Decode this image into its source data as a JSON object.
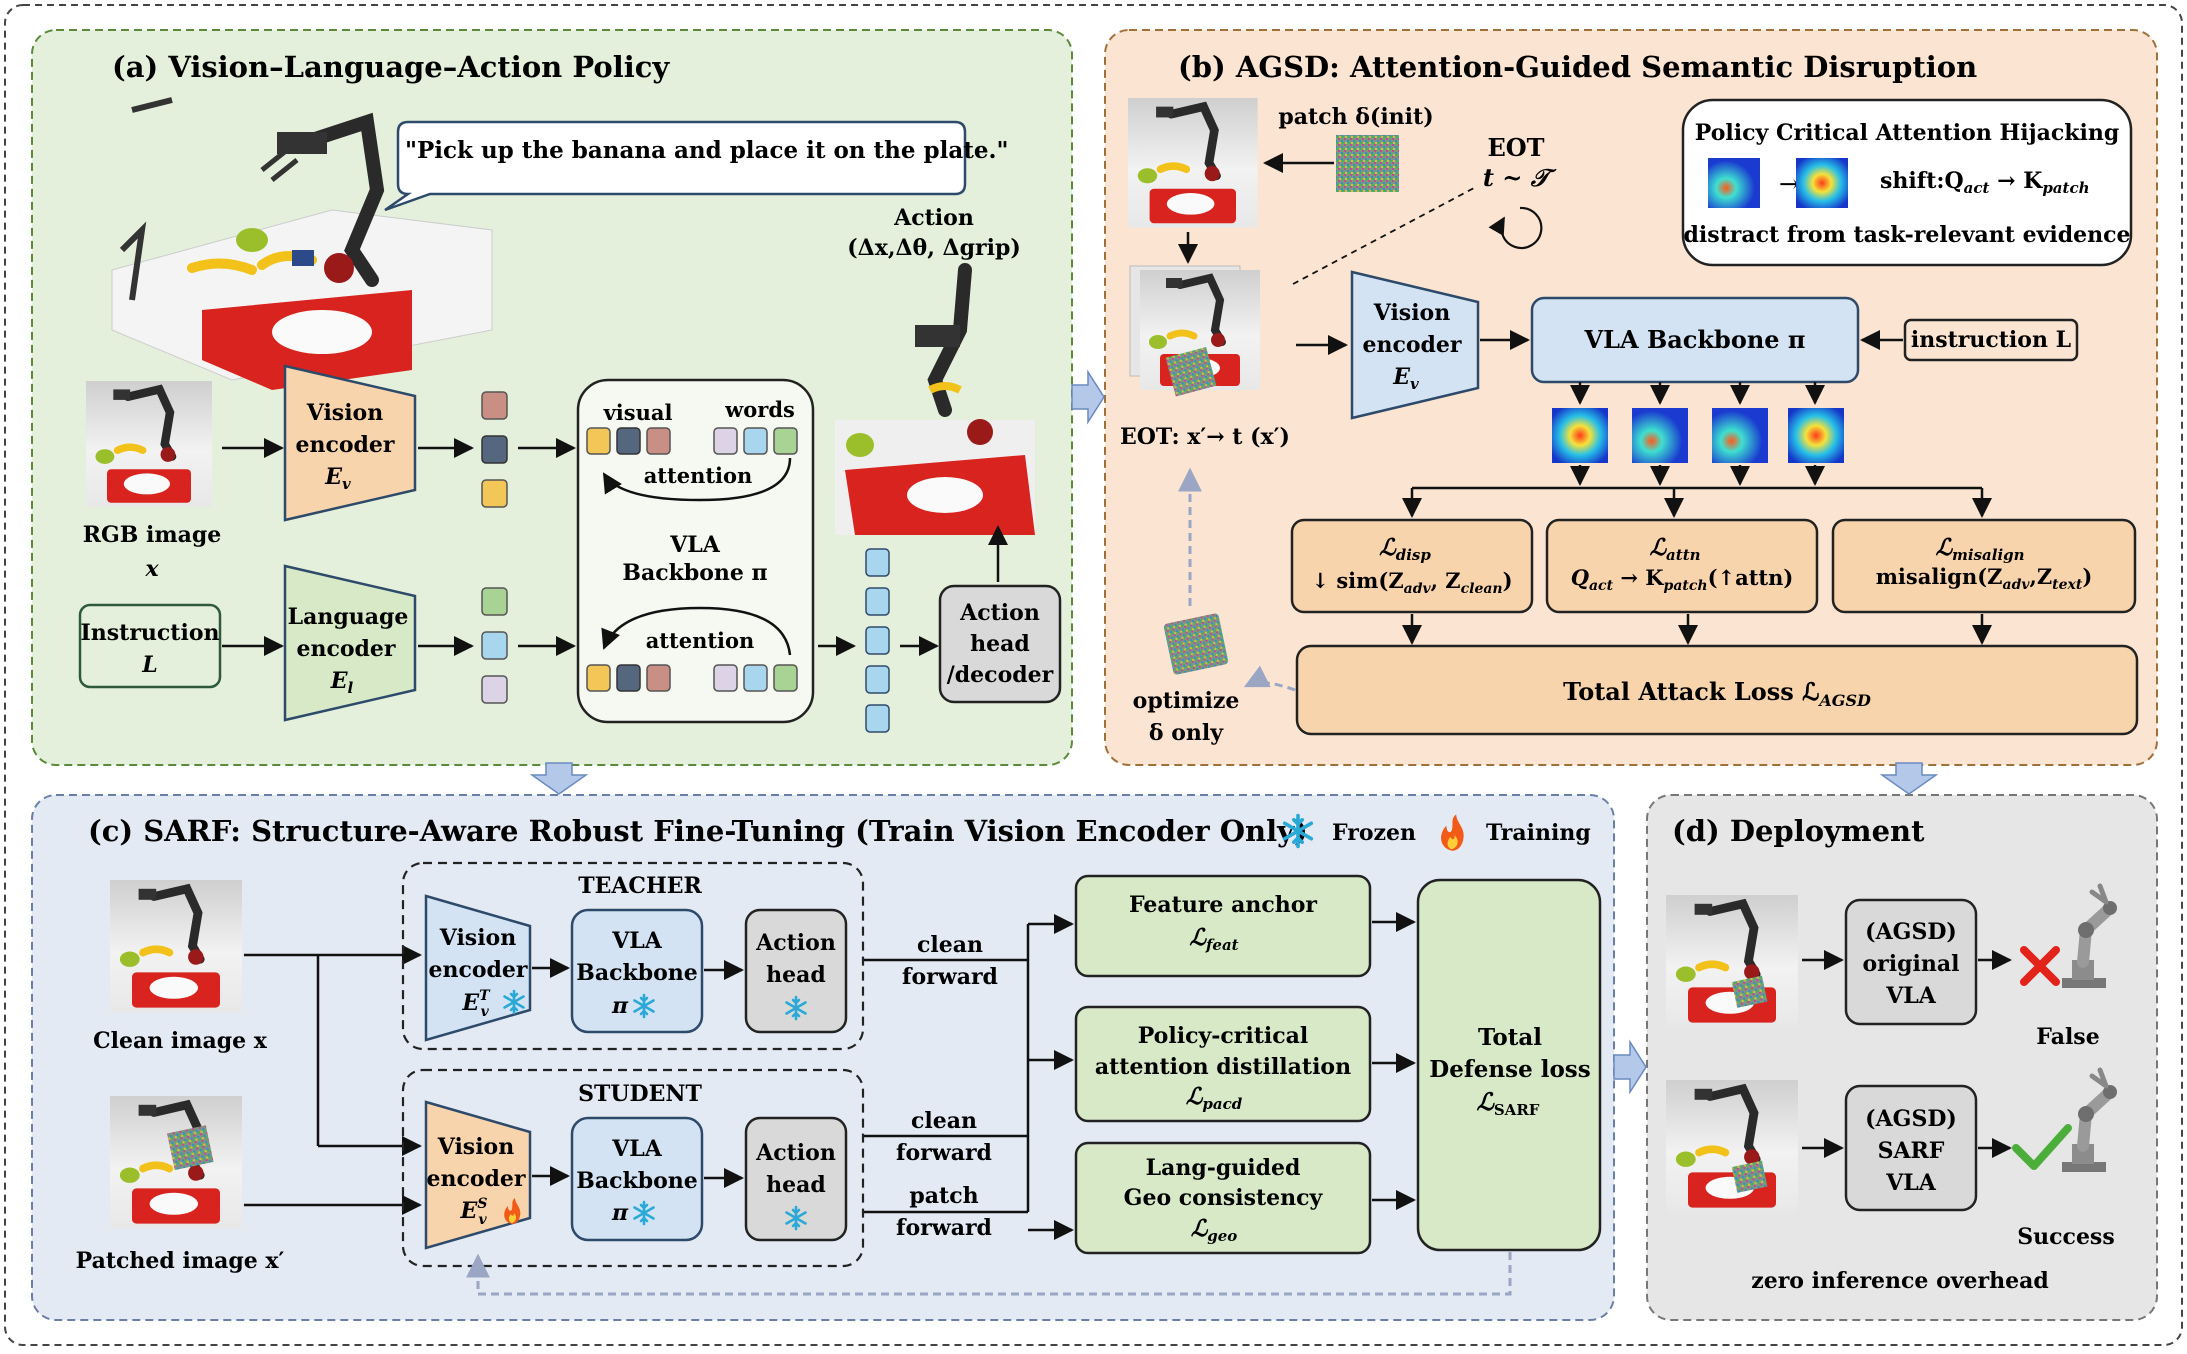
{
  "panel_a": {
    "title": "(a) Vision–Language–Action Policy",
    "instruction_quote": "\"Pick up the banana and place it on the plate.\"",
    "action_title": "Action",
    "action_vars": "(Δx,Δθ, Δgrip)",
    "rgb_label": "RGB image",
    "rgb_sym": "x",
    "instruction_box": "Instruction",
    "instruction_sym": "L",
    "vision_encoder": "Vision",
    "vision_encoder2": "encoder",
    "vision_encoder_sym": "E",
    "vision_encoder_sub": "v",
    "lang_encoder": "Language",
    "lang_encoder2": "encoder",
    "lang_encoder_sym": "E",
    "lang_encoder_sub": "l",
    "visual_label": "visual",
    "words_label": "words",
    "attention_label": "attention",
    "backbone_label": "VLA",
    "backbone_label2": "Backbone π",
    "action_head": "Action",
    "action_head2": "head",
    "action_head3": "/decoder"
  },
  "panel_b": {
    "title": "(b) AGSD: Attention-Guided Semantic Disruption",
    "patch_init": "patch δ(init)",
    "eot": "EOT",
    "eot_dist": "t ~ 𝒯",
    "eot_caption": "EOT: x′→ t (x′)",
    "hijack_title": "Policy Critical Attention Hijacking",
    "hijack_shift": "shift:Q",
    "hijack_shift_sub": "act",
    "hijack_arrow": " → K",
    "hijack_arrow_sub": "patch",
    "hijack_desc": "distract from task-relevant evidence",
    "vision_encoder": "Vision",
    "vision_encoder2": "encoder",
    "vision_encoder_sym": "E",
    "vision_encoder_sub": "v",
    "backbone": "VLA Backbone π",
    "instruction": "instruction L",
    "loss_disp": "ℒ",
    "loss_disp_sub": "disp",
    "loss_disp_desc": "↓ sim(Z",
    "loss_disp_desc_sub1": "adv",
    "loss_disp_desc_mid": ", Z",
    "loss_disp_desc_sub2": "clean",
    "loss_disp_desc_end": ")",
    "loss_attn": "ℒ",
    "loss_attn_sub": "attn",
    "loss_attn_desc": "Q",
    "loss_attn_desc_sub1": "act",
    "loss_attn_desc_mid": " → K",
    "loss_attn_desc_sub2": "patch",
    "loss_attn_desc_end": "(↑attn)",
    "loss_mis": "ℒ",
    "loss_mis_sub": "misalign",
    "loss_mis_desc": "misalign(Z",
    "loss_mis_desc_sub1": "adv",
    "loss_mis_desc_mid": ",Z",
    "loss_mis_desc_sub2": "text",
    "loss_mis_desc_end": ")",
    "total_loss": "Total Attack Loss  ℒ",
    "total_loss_sub": "AGSD",
    "optimize": "optimize",
    "optimize2": "δ only"
  },
  "panel_c": {
    "title": "(c) SARF: Structure-Aware Robust Fine-Tuning (Train Vision Encoder Only)",
    "frozen": "Frozen",
    "training": "Training",
    "teacher": "TEACHER",
    "student": "STUDENT",
    "clean_image": "Clean image x",
    "patched_image": "Patched image x′",
    "vision": "Vision",
    "encoder": "encoder",
    "et_sym": "E",
    "et_sup": "T",
    "es_sup": "S",
    "ev_sub": "v",
    "vla": "VLA",
    "backbone": "Backbone",
    "pi": "π",
    "action": "Action",
    "head": "head",
    "clean": "clean",
    "forward": "forward",
    "patch": "patch",
    "feat_title": "Feature anchor",
    "feat_sym": "ℒ",
    "feat_sub": "feat",
    "pacd_title": "Policy-critical",
    "pacd_title2": "attention distillation",
    "pacd_sym": "ℒ",
    "pacd_sub": "pacd",
    "geo_title": "Lang-guided",
    "geo_title2": "Geo consistency",
    "geo_sym": "ℒ",
    "geo_sub": "geo",
    "total": "Total",
    "total2": "Defense loss",
    "total_sym": "ℒ",
    "total_sub": "SARF"
  },
  "panel_d": {
    "title": "(d) Deployment",
    "agsd": "(AGSD)",
    "original": "original",
    "vla": "VLA",
    "sarf": "SARF",
    "false_label": "False",
    "success_label": "Success",
    "overhead": "zero inference overhead"
  },
  "colors": {
    "panel_a_bg": "#e4f0dc",
    "panel_b_bg": "#fbe5d2",
    "panel_c_bg": "#e3eaf3",
    "panel_d_bg": "#e6e6e6",
    "orange_fill": "#f8d4ad",
    "green_fill": "#d7e9c7",
    "blue_fill": "#d3e3f3",
    "gray_fill": "#d9d9d9"
  }
}
